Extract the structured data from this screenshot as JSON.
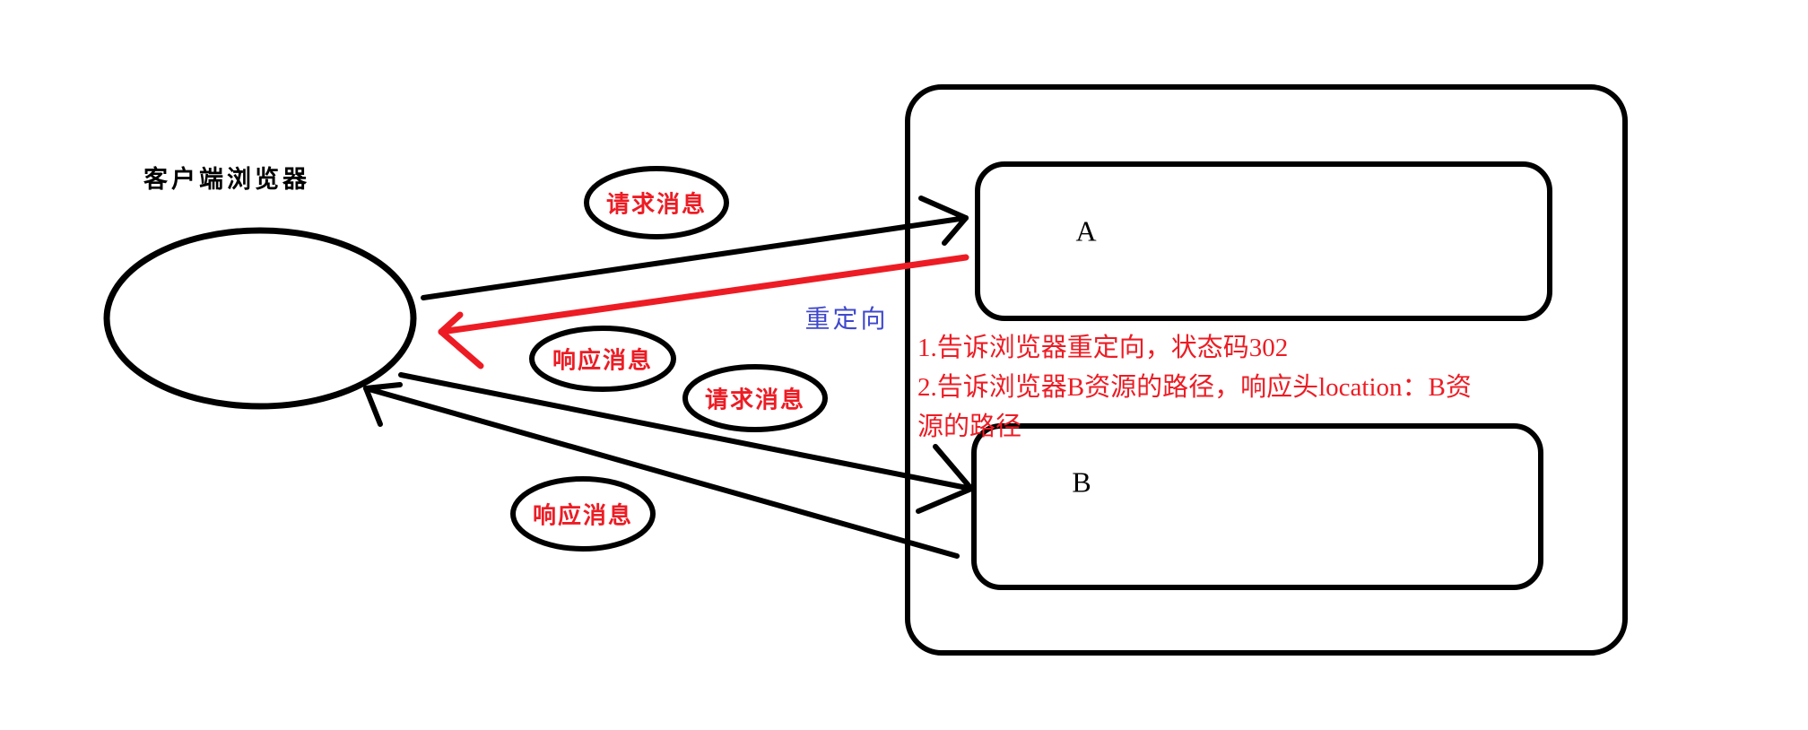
{
  "diagram": {
    "title_context": "HTTP 302 redirect flow diagram",
    "colors": {
      "black": "#000000",
      "red": "#ed1c24",
      "blue": "#3f48cc",
      "bg": "#ffffff"
    },
    "client": {
      "label": "客户端浏览器"
    },
    "server": {
      "resource_a_label": "A",
      "resource_b_label": "B"
    },
    "bubbles": {
      "request_to_a": "请求消息",
      "response_from_a": "响应消息",
      "request_to_b": "请求消息",
      "response_from_b": "响应消息"
    },
    "redirect_label": "重定向",
    "notes": {
      "line1": "1.告诉浏览器重定向，状态码302",
      "line2": "2.告诉浏览器B资源的路径，响应头location：B资",
      "line3": "源的路径"
    }
  }
}
